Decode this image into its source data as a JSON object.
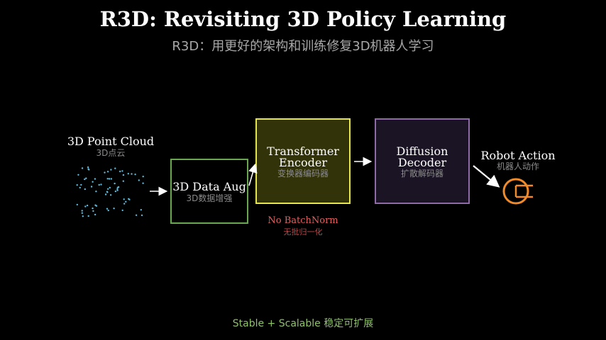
{
  "header": {
    "title": "R3D: Revisiting 3D Policy Learning",
    "subtitle": "R3D：用更好的架构和训练修复3D机器人学习"
  },
  "nodes": {
    "point_cloud": {
      "label": "3D Point Cloud",
      "sublabel": "3D点云"
    },
    "data_aug": {
      "label": "3D Data Aug",
      "sublabel": "3D数据增强"
    },
    "encoder": {
      "label_line1": "Transformer",
      "label_line2": "Encoder",
      "sublabel": "变换器编码器"
    },
    "decoder": {
      "label_line1": "Diffusion",
      "label_line2": "Decoder",
      "sublabel": "扩散解码器"
    },
    "robot_action": {
      "label": "Robot Action",
      "sublabel": "机器人动作"
    }
  },
  "annotations": {
    "no_batchnorm": "No BatchNorm",
    "no_batchnorm_sub": "无批归一化"
  },
  "footer": {
    "text": "Stable + Scalable 稳定可扩展"
  },
  "colors": {
    "point_cloud_dots": "#5fb8d8",
    "aug_border": "#6aa84f",
    "encoder_border": "#e6e64a",
    "decoder_border": "#8e6aa6",
    "robot_icon": "#f08a2a",
    "warning": "#e06060",
    "footer": "#8fc06a"
  }
}
